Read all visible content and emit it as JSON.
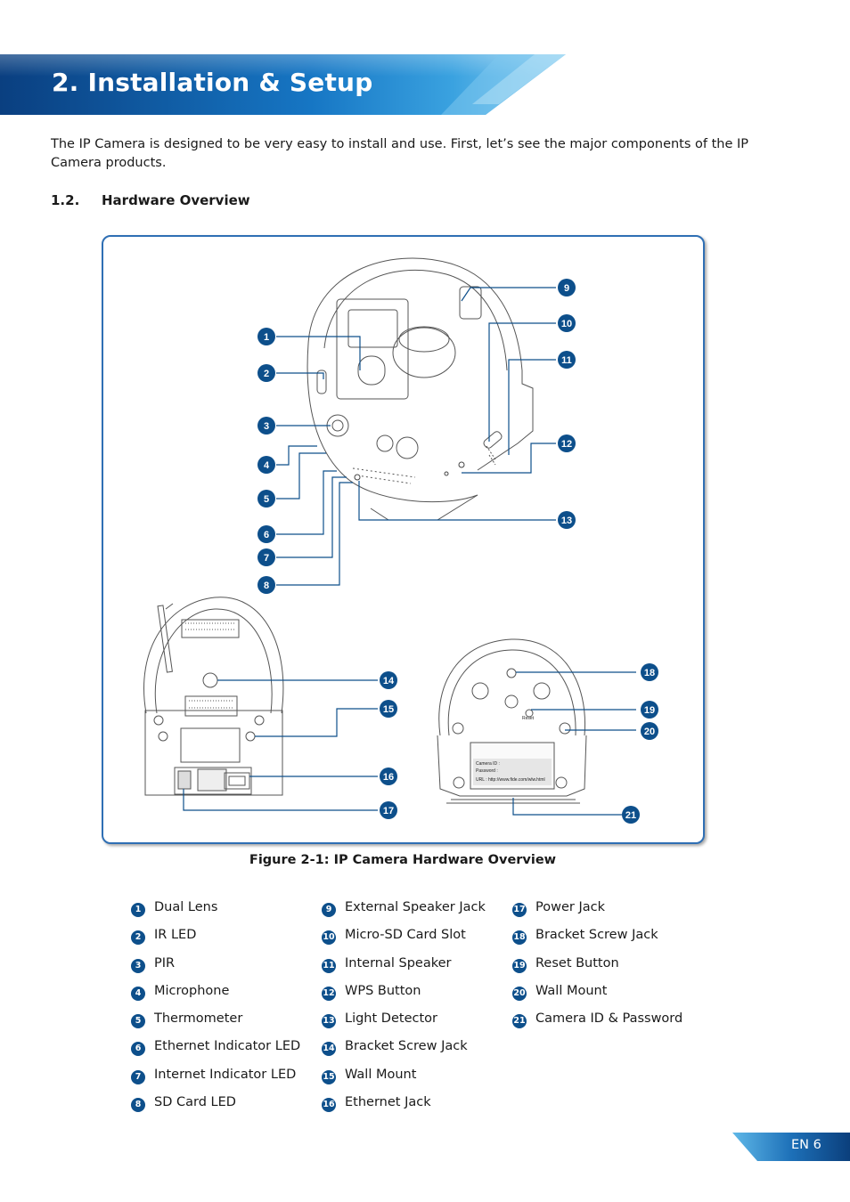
{
  "header": {
    "title": "2. Installation & Setup"
  },
  "intro": "The IP Camera is designed to be very easy to install and use. First, let’s see the major components of the IP Camera products.",
  "section": {
    "number": "1.2.",
    "title": "Hardware Overview"
  },
  "figure": {
    "caption": "Figure 2-1: IP Camera Hardware Overview",
    "sticker_lines": [
      "Camera ID :",
      "Password :",
      "URL : http://www.fide.com/wlw.html"
    ],
    "reset_label": "Reset"
  },
  "legend": {
    "col1": [
      {
        "n": "1",
        "label": "Dual Lens"
      },
      {
        "n": "2",
        "label": "IR LED"
      },
      {
        "n": "3",
        "label": "PIR"
      },
      {
        "n": "4",
        "label": "Microphone"
      },
      {
        "n": "5",
        "label": "Thermometer"
      },
      {
        "n": "6",
        "label": "Ethernet Indicator LED"
      },
      {
        "n": "7",
        "label": "Internet Indicator LED"
      },
      {
        "n": "8",
        "label": "SD Card LED"
      }
    ],
    "col2": [
      {
        "n": "9",
        "label": "External Speaker Jack"
      },
      {
        "n": "10",
        "label": "Micro-SD Card Slot"
      },
      {
        "n": "11",
        "label": "Internal Speaker"
      },
      {
        "n": "12",
        "label": "WPS Button"
      },
      {
        "n": "13",
        "label": "Light Detector"
      },
      {
        "n": "14",
        "label": "Bracket Screw Jack"
      },
      {
        "n": "15",
        "label": "Wall Mount"
      },
      {
        "n": "16",
        "label": "Ethernet Jack"
      }
    ],
    "col3": [
      {
        "n": "17",
        "label": "Power Jack"
      },
      {
        "n": "18",
        "label": "Bracket Screw Jack"
      },
      {
        "n": "19",
        "label": "Reset Button"
      },
      {
        "n": "20",
        "label": "Wall Mount"
      },
      {
        "n": "21",
        "label": "Camera ID & Password"
      }
    ]
  },
  "footer": {
    "page": "EN 6"
  },
  "colors": {
    "accent": "#0d4f8b",
    "banner_start": "#0a3e7a",
    "banner_end": "#4fb3e8",
    "frame": "#2f6fb4"
  }
}
